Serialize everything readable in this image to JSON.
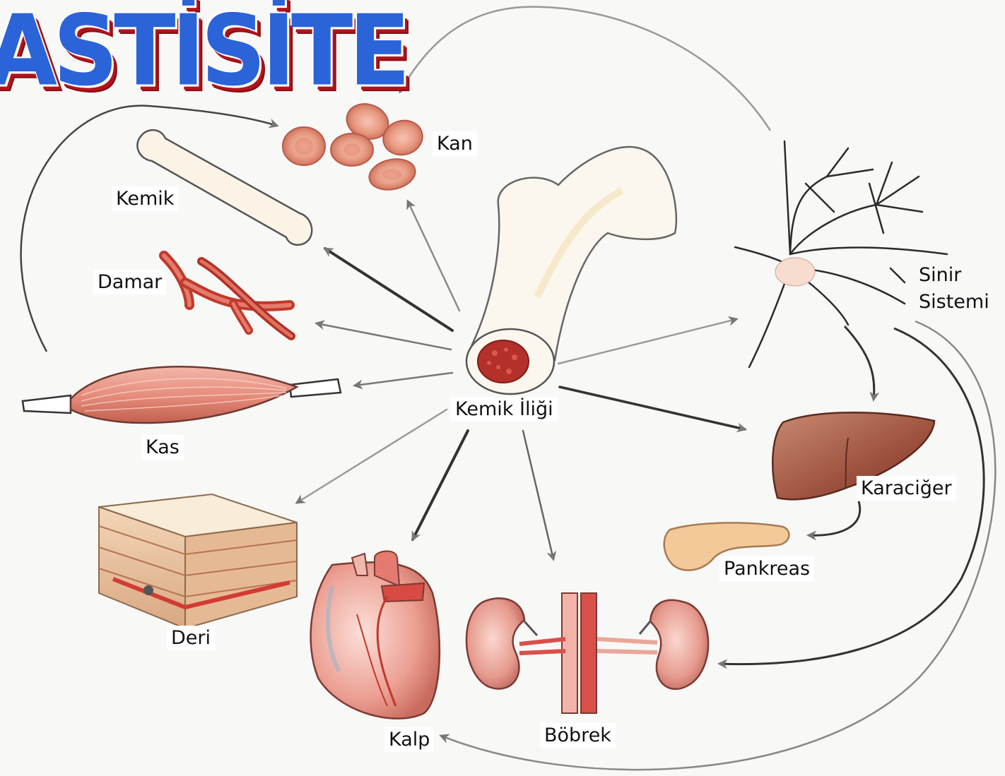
{
  "title": "ASTİSİTE",
  "labels": {
    "kan": "Kan",
    "kemik": "Kemik",
    "damar": "Damar",
    "kas": "Kas",
    "deri": "Deri",
    "kalp": "Kalp",
    "bobrek": "Böbrek",
    "kemik_iligi": "Kemik  İliği",
    "sinir_line1": "Sinir",
    "sinir_line2": "Sistemi",
    "karaciger": "Karaciğer",
    "pankreas": "Pankreas"
  },
  "colors": {
    "title_blue": "#2b63d8",
    "title_shadow_red": "#b3131b",
    "arrow_gray": "#555555",
    "tissue_pink": "#e58d80",
    "liver_brown": "#a45a46"
  }
}
